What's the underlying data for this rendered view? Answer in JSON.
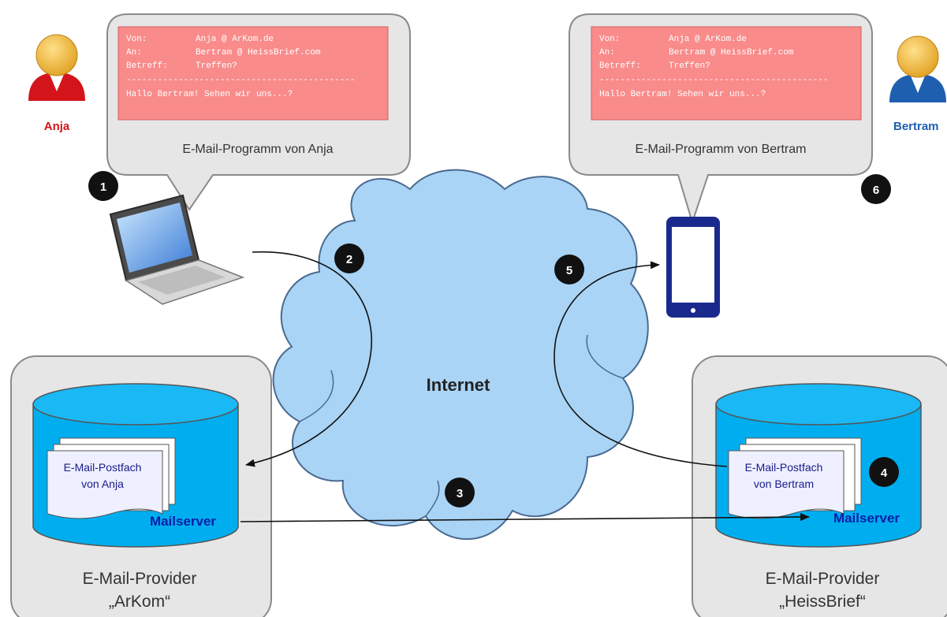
{
  "people": {
    "sender": {
      "name": "Anja",
      "color": "#d3151b"
    },
    "recipient": {
      "name": "Bertram",
      "color": "#1f5fb0"
    }
  },
  "email_sender": {
    "caption": "E-Mail-Programm von Anja",
    "lines": [
      {
        "label": "Von:",
        "value": "Anja @ ArKom.de"
      },
      {
        "label": "An:",
        "value": "Bertram @ HeissBrief.com"
      },
      {
        "label": "Betreff:",
        "value": "Treffen?"
      }
    ],
    "separator": "--------------------------------------------",
    "body": "Hallo Bertram!  Sehen wir uns...?"
  },
  "email_recipient": {
    "caption": "E-Mail-Programm von Bertram",
    "lines": [
      {
        "label": "Von:",
        "value": "Anja @ ArKom.de"
      },
      {
        "label": "An:",
        "value": "Bertram @ HeissBrief.com"
      },
      {
        "label": "Betreff:",
        "value": "Treffen?"
      }
    ],
    "separator": "--------------------------------------------",
    "body": "Hallo Bertram!  Sehen wir uns...?"
  },
  "internet": {
    "label": "Internet"
  },
  "provider_left": {
    "name_line1": "E-Mail-Provider",
    "name_line2": "„ArKom“",
    "server": "Mailserver",
    "mailbox_line1": "E-Mail-Postfach",
    "mailbox_line2": "von Anja"
  },
  "provider_right": {
    "name_line1": "E-Mail-Provider",
    "name_line2": "„HeissBrief“",
    "server": "Mailserver",
    "mailbox_line1": "E-Mail-Postfach",
    "mailbox_line2": "von Bertram"
  },
  "steps": [
    "1",
    "2",
    "3",
    "4",
    "5",
    "6"
  ],
  "colors": {
    "cloud": "#a9d4f5",
    "database": "#00aeef",
    "panel": "#e6e6e6",
    "email_screen": "#f98b8b",
    "phone": "#1a2a8c",
    "server_text": "#0a1fa8"
  }
}
